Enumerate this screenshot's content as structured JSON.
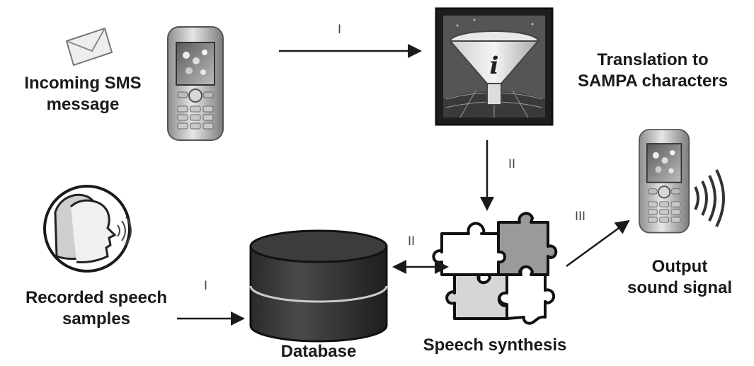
{
  "nodes": {
    "incoming_sms": {
      "line1": "Incoming SMS",
      "line2": "message"
    },
    "translation": {
      "line1": "Translation to",
      "line2": "SAMPA characters"
    },
    "recorded_speech": {
      "line1": "Recorded speech",
      "line2": "samples"
    },
    "database": {
      "label": "Database"
    },
    "speech_synthesis": {
      "label": "Speech synthesis"
    },
    "output_signal": {
      "line1": "Output",
      "line2": "sound signal"
    }
  },
  "edges": {
    "phone_to_translation": "I",
    "translation_to_synthesis": "II",
    "database_synthesis": "II",
    "synthesis_to_output": "III",
    "recorded_to_database": "I"
  },
  "icons": [
    "envelope-icon",
    "mobile-phone-icon",
    "funnel-info-icon",
    "speaking-heads-icon",
    "database-cylinder-icon",
    "puzzle-pieces-icon",
    "phone-sound-waves-icon"
  ],
  "colors": {
    "ink": "#1a1a1a",
    "gray_light": "#e0e0e0",
    "gray_mid": "#9a9a9a",
    "gray_dark": "#3a3a3a"
  }
}
